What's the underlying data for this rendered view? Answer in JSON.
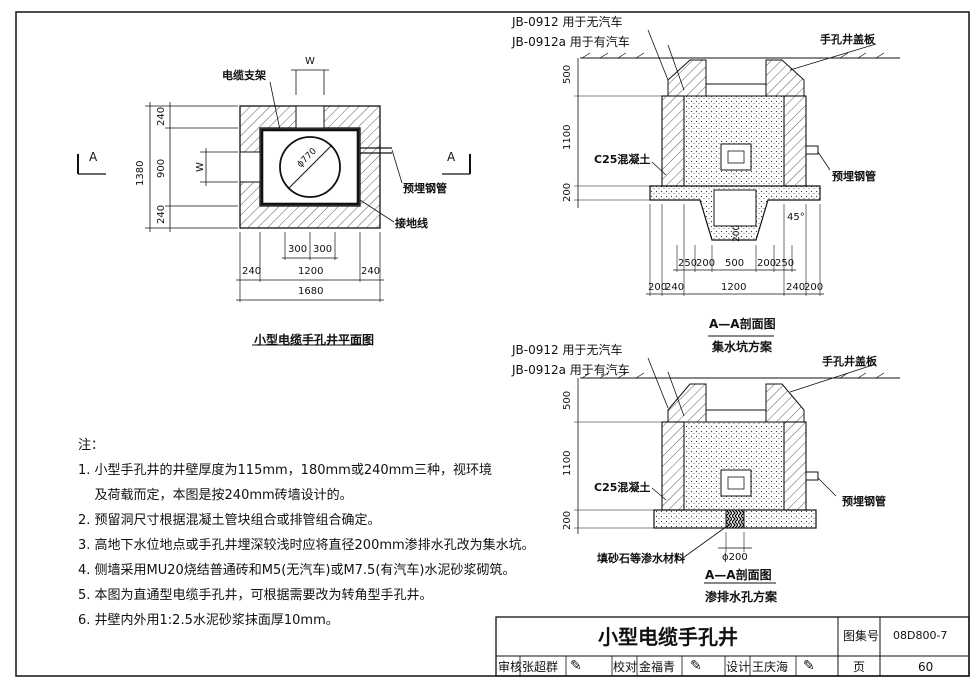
{
  "plan": {
    "bracket_label": "电缆支架",
    "w_top": "W",
    "w_side": "W",
    "dim_240_top": "240",
    "dim_900": "900",
    "dim_240_bot": "240",
    "dim_1380": "1380",
    "diameter": "ϕ770",
    "section_left": "A",
    "section_right": "A",
    "pipe_label": "预埋钢管",
    "ground_label": "接地线",
    "dim_300a": "300",
    "dim_300b": "300",
    "dim_240_l": "240",
    "dim_1200": "1200",
    "dim_240_r": "240",
    "dim_1680": "1680",
    "title": "小型电缆手孔井平面图"
  },
  "section1": {
    "jb1": "JB-0912 用于无汽车",
    "jb2": "JB-0912a 用于有汽车",
    "cover": "手孔井盖板",
    "d500": "500",
    "d1100": "1100",
    "d200": "200",
    "concrete": "C25混凝土",
    "pipe": "预埋钢管",
    "angle": "45°",
    "d200_pit": "200",
    "b250a": "250",
    "b200a": "200",
    "b500": "500",
    "b200b": "200",
    "b250b": "250",
    "c200a": "200",
    "c240a": "240",
    "c1200": "1200",
    "c240b": "240",
    "c200b": "200",
    "caption1": "A—A剖面图",
    "caption2": "集水坑方案"
  },
  "section2": {
    "jb1": "JB-0912 用于无汽车",
    "jb2": "JB-0912a 用于有汽车",
    "cover": "手孔井盖板",
    "d500": "500",
    "d1100": "1100",
    "d200": "200",
    "concrete": "C25混凝土",
    "pipe": "预埋钢管",
    "fill": "填砂石等渗水材料",
    "dia": "ϕ200",
    "caption1": "A—A剖面图",
    "caption2": "渗排水孔方案"
  },
  "notes": {
    "heading": "注：",
    "items": [
      "1. 小型手孔井的井壁厚度为115mm，180mm或240mm三种，视环境",
      "    及荷载而定，本图是按240mm砖墙设计的。",
      "2. 预留洞尺寸根据混凝土管块组合或排管组合确定。",
      "3. 高地下水位地点或手孔井埋深较浅时应将直径200mm渗排水孔改为集水坑。",
      "4. 侧墙采用MU20烧结普通砖和M5(无汽车)或M7.5(有汽车)水泥砂浆砌筑。",
      "5. 本图为直通型电缆手孔井，可根据需要改为转角型手孔井。",
      "6. 井壁内外用1:2.5水泥砂浆抹面厚10mm。"
    ]
  },
  "titleblock": {
    "title": "小型电缆手孔井",
    "atlas_label": "图集号",
    "atlas_no": "08D800-7",
    "review_label": "审核",
    "review_name": "张超群",
    "check_label": "校对",
    "check_name": "金福青",
    "design_label": "设计",
    "design_name": "王庆海",
    "page_label": "页",
    "page_no": "60"
  }
}
